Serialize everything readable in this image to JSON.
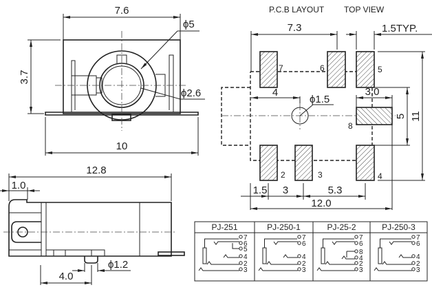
{
  "front_view": {
    "width_dim": "7.6",
    "height_dim": "3.7",
    "overall_width_dim": "10",
    "outer_diameter": "ϕ5",
    "inner_diameter": "ϕ2.6"
  },
  "side_view": {
    "length_dim": "12.8",
    "front_dim": "1.0",
    "pin_offset_dim": "4.0",
    "pin_diameter": "ϕ1.2"
  },
  "pcb_layout": {
    "title": "P.C.B LAYOUT",
    "subtitle": "TOP VIEW",
    "dims": {
      "span_top": "7.3",
      "pad_width": "1.5TYP.",
      "hole_offset": "4",
      "pad8_width": "3.0",
      "hole_diameter": "ϕ1.5",
      "inner_height": "5",
      "overall_height": "11",
      "b1": "1.5",
      "b2": "3",
      "b3": "5.3",
      "overall_width": "12.0"
    },
    "pins": {
      "p7": "7",
      "p6": "6",
      "p5": "5",
      "p2": "2",
      "p3": "3",
      "p4": "4",
      "p8": "8"
    }
  },
  "variants_table": {
    "headers": [
      "PJ-251",
      "PJ-250-1",
      "PJ-25-2",
      "PJ-250-3"
    ],
    "terminals": [
      [
        "7",
        "6",
        "5",
        "4",
        "2",
        "3"
      ],
      [
        "7",
        "6",
        "4",
        "2",
        "3"
      ],
      [
        "7",
        "6",
        "8",
        "4",
        "2",
        "3"
      ],
      [
        "7",
        "6",
        "4",
        "2",
        "3"
      ]
    ]
  }
}
